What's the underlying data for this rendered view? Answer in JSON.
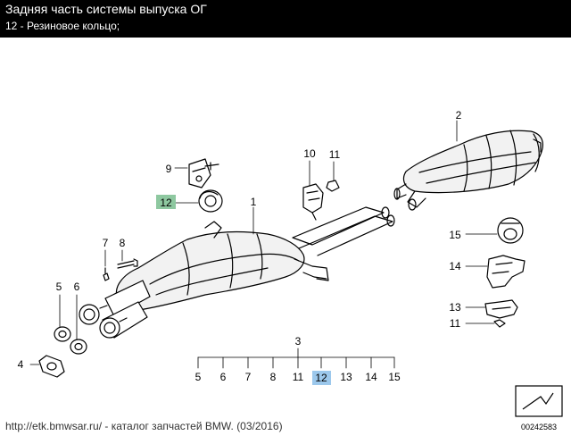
{
  "header": {
    "title": "Задняя часть системы выпуска ОГ",
    "subtitle": "12 - Резиновое кольцо;"
  },
  "callouts": {
    "c1": "1",
    "c2": "2",
    "c3": "3",
    "c4": "4",
    "c5": "5",
    "c6": "6",
    "c7": "7",
    "c8": "8",
    "c9": "9",
    "c10": "10",
    "c11a": "11",
    "c12": "12",
    "c13": "13",
    "c14": "14",
    "c15": "15",
    "c11b": "11"
  },
  "group3": {
    "label": "3",
    "items": [
      "5",
      "6",
      "7",
      "8",
      "11",
      "12",
      "13",
      "14",
      "15"
    ]
  },
  "highlight_color": "#8ec8a0",
  "selected_color": "#9cc8ec",
  "image_number": "00242583",
  "footer": "http://etk.bmwsar.ru/ - каталог запчастей BMW. (03/2016)"
}
